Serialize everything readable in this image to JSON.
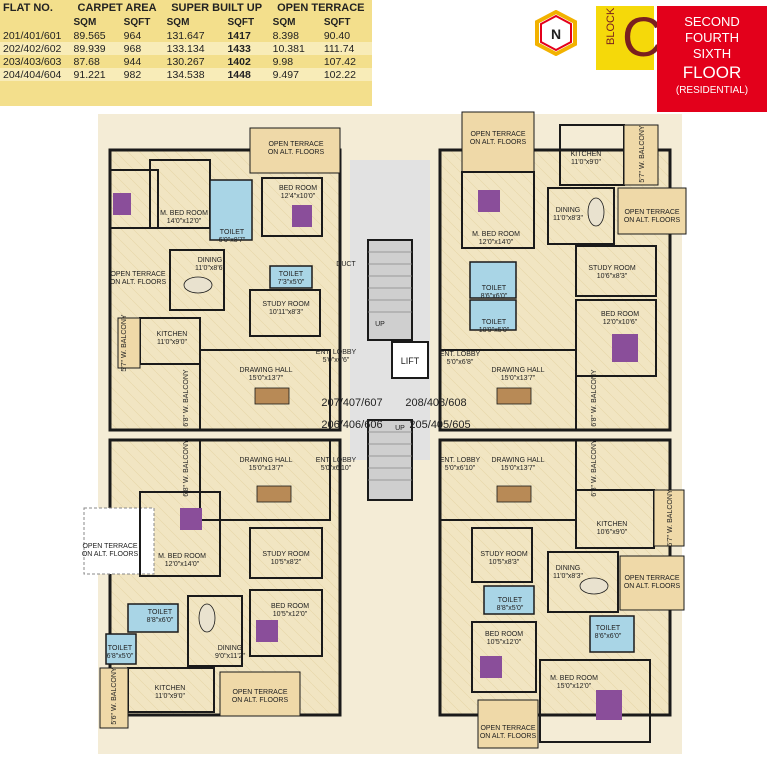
{
  "area_table": {
    "headers": [
      "FLAT NO.",
      "CARPET AREA",
      "SUPER BUILT UP",
      "OPEN TERRACE"
    ],
    "sub_headers": [
      "SQM",
      "SQFT",
      "SQM",
      "SQFT",
      "SQM",
      "SQFT"
    ],
    "rows": [
      {
        "flat": "201/401/601",
        "carpet_sqm": "89.565",
        "carpet_sqft": "964",
        "sbu_sqm": "131.647",
        "sbu_sqft": "1417",
        "terrace_sqm": "8.398",
        "terrace_sqft": "90.40"
      },
      {
        "flat": "202/402/602",
        "carpet_sqm": "89.939",
        "carpet_sqft": "968",
        "sbu_sqm": "133.134",
        "sbu_sqft": "1433",
        "terrace_sqm": "10.381",
        "terrace_sqft": "111.74"
      },
      {
        "flat": "203/403/603",
        "carpet_sqm": "87.68",
        "carpet_sqft": "944",
        "sbu_sqm": "130.267",
        "sbu_sqft": "1402",
        "terrace_sqm": "9.98",
        "terrace_sqft": "107.42"
      },
      {
        "flat": "204/404/604",
        "carpet_sqm": "91.221",
        "carpet_sqft": "982",
        "sbu_sqm": "134.538",
        "sbu_sqft": "1448",
        "terrace_sqm": "9.497",
        "terrace_sqft": "102.22"
      }
    ]
  },
  "compass_letter": "N",
  "block": {
    "word": "BLOCK",
    "letter": "C"
  },
  "floors": {
    "line1": "SECOND",
    "line2": "FOURTH",
    "line3": "SIXTH",
    "line4": "FLOOR",
    "line5": "(RESIDENTIAL)"
  },
  "flats": {
    "top_left": "207/407/607",
    "top_right": "208/408/608",
    "bottom_left": "206/406/606",
    "bottom_right": "205/405/605"
  },
  "core": {
    "lift": "LIFT",
    "up_top": "UP",
    "up_bottom": "UP",
    "duct": "DUCT"
  },
  "rooms": {
    "tl_terrace_top": "OPEN TERRACE\nON ALT. FLOORS",
    "tl_bed": "BED ROOM\n12'4\"x10'0\"",
    "tl_mbed": "M. BED ROOM\n14'0\"x12'0\"",
    "tl_toilet1": "TOILET\n6'0\"x8'7\"",
    "tl_toilet2": "TOILET\n7'3\"x5'0\"",
    "tl_dining": "DINING\n11'0\"x8'6\"",
    "tl_terrace_side": "OPEN TERRACE\nON ALT. FLOORS",
    "tl_study": "STUDY ROOM\n10'11\"x8'3\"",
    "tl_kitchen": "KITCHEN\n11'0\"x9'0\"",
    "tl_balcony": "5'7\" W. BALCONY",
    "tl_lobby": "ENT. LOBBY\n5'0\"x6'6\"",
    "tl_drawing": "DRAWING HALL\n15'0\"x13'7\"",
    "tl_wbalcony": "6'8\" W. BALCONY",
    "tr_terrace_top": "OPEN TERRACE\nON ALT. FLOORS",
    "tr_kitchen": "KITCHEN\n11'0\"x9'0\"",
    "tr_balcony": "5'7\" W. BALCONY",
    "tr_dining": "DINING\n11'0\"x8'3\"",
    "tr_terrace_side": "OPEN TERRACE\nON ALT. FLOORS",
    "tr_mbed": "M. BED ROOM\n12'0\"x14'0\"",
    "tr_toilet1": "TOILET\n8'6\"x6'0\"",
    "tr_toilet2": "TOILET\n10'9\"x5'0\"",
    "tr_study": "STUDY ROOM\n10'6\"x8'3\"",
    "tr_bed": "BED ROOM\n12'0\"x10'6\"",
    "tr_lobby": "ENT. LOBBY\n5'0\"x6'8\"",
    "tr_drawing": "DRAWING HALL\n15'0\"x13'7\"",
    "tr_wbalcony": "6'8\" W. BALCONY",
    "bl_drawing": "DRAWING HALL\n15'0\"x13'7\"",
    "bl_lobby": "ENT. LOBBY\n5'0\"x6'10\"",
    "bl_wbalcony": "6'8\" W. BALCONY",
    "bl_terrace_side": "OPEN TERRACE\nON ALT. FLOORS",
    "bl_mbed": "M. BED ROOM\n12'0\"x14'0\"",
    "bl_study": "STUDY ROOM\n10'5\"x8'2\"",
    "bl_toilet1": "TOILET\n8'8\"x6'0\"",
    "bl_toilet2": "TOILET\n6'8\"x5'0\"",
    "bl_bed": "BED ROOM\n10'5\"x12'0\"",
    "bl_dining": "DINING\n9'0\"x11'2\"",
    "bl_kitchen": "KITCHEN\n11'0\"x9'0\"",
    "bl_balcony": "5'6\" W. BALCONY",
    "bl_terrace_bottom": "OPEN TERRACE\nON ALT. FLOORS",
    "br_drawing": "DRAWING HALL\n15'0\"x13'7\"",
    "br_lobby": "ENT. LOBBY\n5'0\"x6'10\"",
    "br_wbalcony": "6'8\" W. BALCONY",
    "br_kitchen": "KITCHEN\n10'6\"x9'0\"",
    "br_balcony": "5'7\" W. BALCONY",
    "br_dining": "DINING\n11'0\"x8'3\"",
    "br_terrace_side": "OPEN TERRACE\nON ALT. FLOORS",
    "br_study": "STUDY ROOM\n10'5\"x8'3\"",
    "br_toilet1": "TOILET\n8'8\"x5'0\"",
    "br_toilet2": "TOILET\n8'6\"x6'0\"",
    "br_bed": "BED ROOM\n10'5\"x12'0\"",
    "br_mbed": "M. BED ROOM\n15'0\"x12'0\"",
    "br_terrace_bottom": "OPEN TERRACE\nON ALT. FLOORS"
  },
  "colors": {
    "table_bg": "#f3df8c",
    "block_yellow": "#f5d90a",
    "block_text": "#7a1f1f",
    "floor_red": "#e3001b",
    "floor_tile": "#f1e5c2",
    "wall": "#1a1a1a",
    "furniture_wood": "#b88a56",
    "bed_purple": "#8a4e9a",
    "toilet_blue": "#a9d5e6"
  }
}
